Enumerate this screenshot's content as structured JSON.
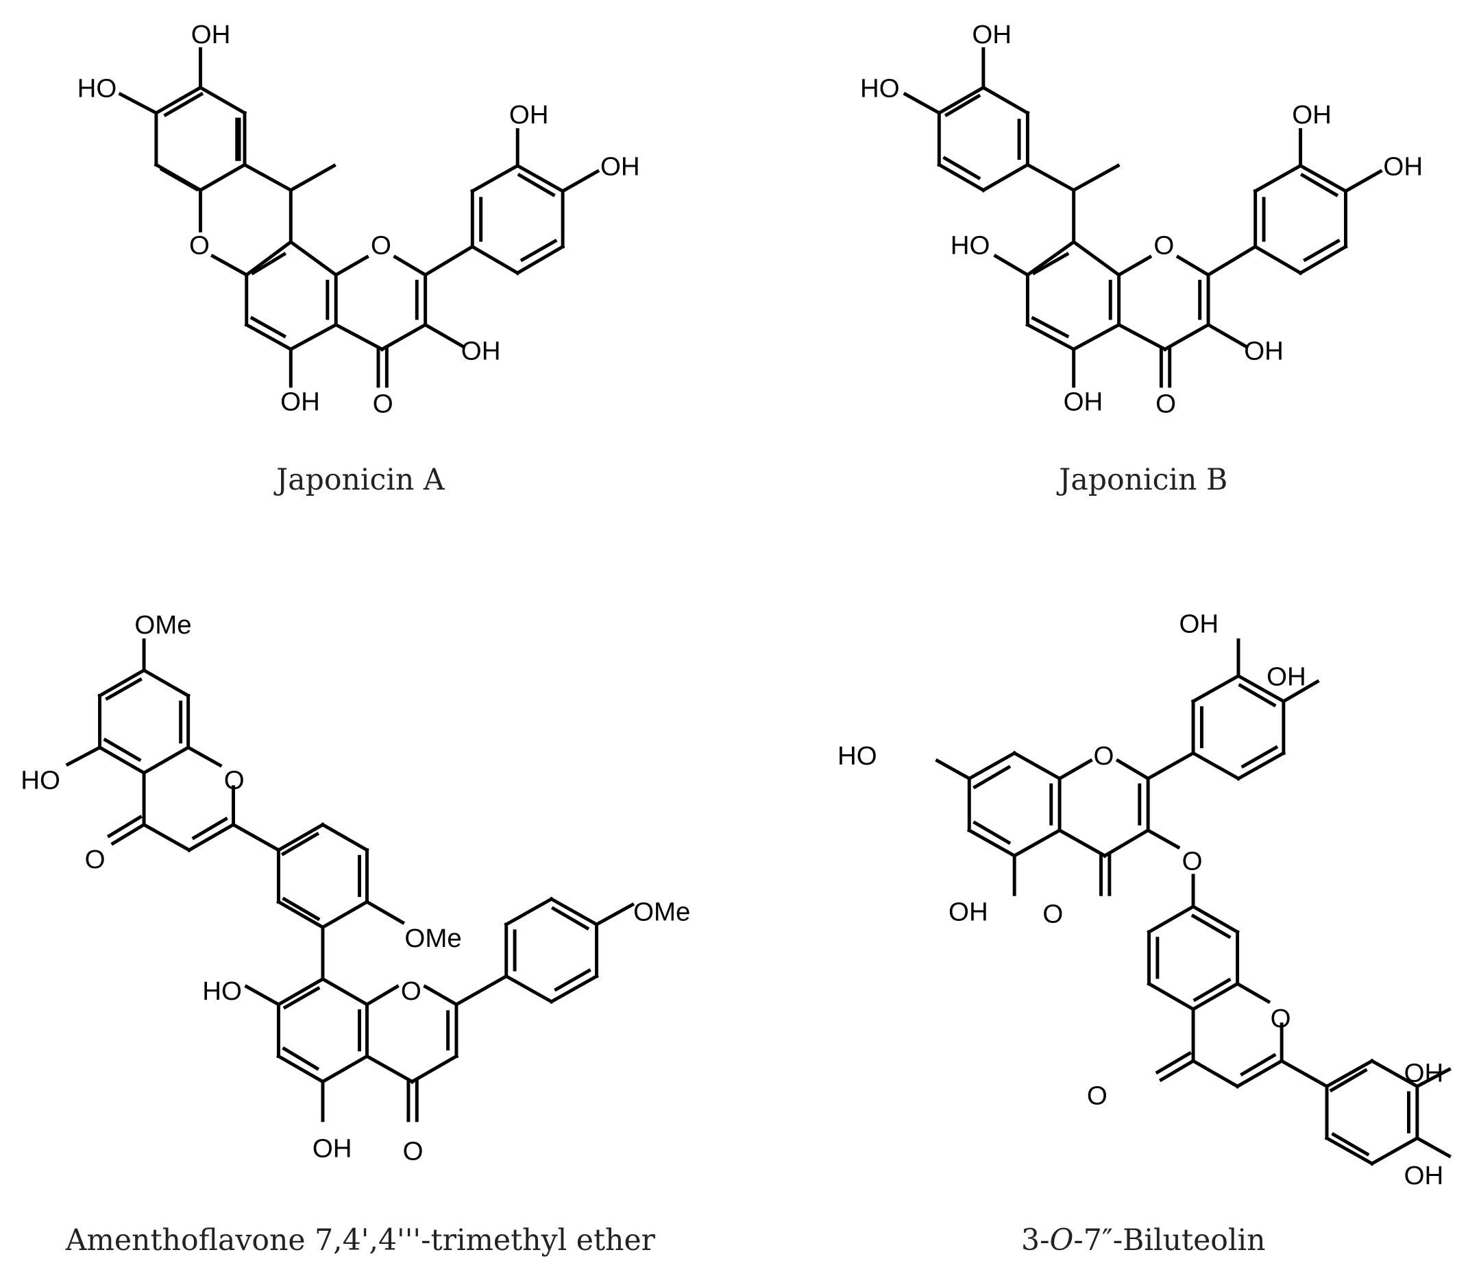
{
  "figure": {
    "compounds": [
      {
        "id": "japonicin-a",
        "name": "Japonicin A",
        "labels": {
          "oh_top": "OH",
          "ho_left": "HO",
          "oh_b3": "OH",
          "oh_b4": "OH",
          "o_xanthene": "O",
          "o_ring": "O",
          "oh_c3": "OH",
          "oh_c5": "OH",
          "o_carbonyl": "O"
        }
      },
      {
        "id": "japonicin-b",
        "name": "Japonicin B",
        "labels": {
          "oh_top": "OH",
          "ho_left": "HO",
          "oh_b3": "OH",
          "oh_b4": "OH",
          "ho_c7": "HO",
          "o_ring": "O",
          "oh_c3": "OH",
          "oh_c5": "OH",
          "o_carbonyl": "O"
        }
      },
      {
        "id": "amentoflavone-trimethyl-ether",
        "name": "Amenthoflavone 7,4',4'''-trimethyl ether",
        "labels": {
          "ome_top": "OMe",
          "ho_c5": "HO",
          "o_ring1": "O",
          "o_carbonyl1": "O",
          "ome_mid": "OMe",
          "ome_right": "OMe",
          "ho_c7b": "HO",
          "o_ring2": "O",
          "oh_c5b": "OH",
          "o_carbonyl2": "O"
        }
      },
      {
        "id": "biluteolin",
        "name_prefix": "3-",
        "name_italic": "O",
        "name_suffix": "-7″-Biluteolin",
        "labels": {
          "oh_top": "OH",
          "oh_top2": "OH",
          "ho_c7": "HO",
          "o_ring1": "O",
          "o_ether": "O",
          "oh_c5": "OH",
          "o_carbonyl1": "O",
          "o_ring2": "O",
          "o_carbonyl2": "O",
          "oh_r1": "OH",
          "oh_r2": "OH"
        }
      }
    ]
  }
}
